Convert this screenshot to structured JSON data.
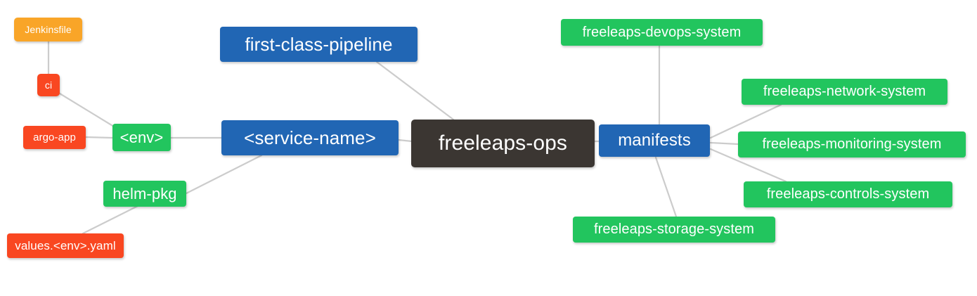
{
  "diagram": {
    "type": "mind-map",
    "title": "freeleaps-ops",
    "background": "#ffffff",
    "edge_color": "#cccccc",
    "palette": {
      "root": "#3b3632",
      "blue": "#2166b4",
      "green": "#22c55e",
      "orange": "#f9a528",
      "red": "#f94721"
    }
  },
  "nodes": {
    "root": {
      "label": "freeleaps-ops"
    },
    "first_class_pipeline": {
      "label": "first-class-pipeline"
    },
    "service_name": {
      "label": "<service-name>"
    },
    "manifests": {
      "label": "manifests"
    },
    "env": {
      "label": "<env>"
    },
    "helm_pkg": {
      "label": "helm-pkg"
    },
    "jenkinsfile": {
      "label": "Jenkinsfile"
    },
    "ci": {
      "label": "ci"
    },
    "argo_app": {
      "label": "argo-app"
    },
    "values_yaml": {
      "label": "values.<env>.yaml"
    },
    "devops_system": {
      "label": "freeleaps-devops-system"
    },
    "network_system": {
      "label": "freeleaps-network-system"
    },
    "monitoring_system": {
      "label": "freeleaps-monitoring-system"
    },
    "controls_system": {
      "label": "freeleaps-controls-system"
    },
    "storage_system": {
      "label": "freeleaps-storage-system"
    }
  },
  "edges": [
    {
      "from": "first_class_pipeline",
      "to": "root"
    },
    {
      "from": "service_name",
      "to": "root"
    },
    {
      "from": "root",
      "to": "manifests"
    },
    {
      "from": "env",
      "to": "service_name"
    },
    {
      "from": "helm_pkg",
      "to": "service_name"
    },
    {
      "from": "ci",
      "to": "env"
    },
    {
      "from": "jenkinsfile",
      "to": "ci"
    },
    {
      "from": "argo_app",
      "to": "env"
    },
    {
      "from": "values_yaml",
      "to": "helm_pkg"
    },
    {
      "from": "manifests",
      "to": "devops_system"
    },
    {
      "from": "manifests",
      "to": "network_system"
    },
    {
      "from": "manifests",
      "to": "monitoring_system"
    },
    {
      "from": "manifests",
      "to": "controls_system"
    },
    {
      "from": "manifests",
      "to": "storage_system"
    }
  ]
}
